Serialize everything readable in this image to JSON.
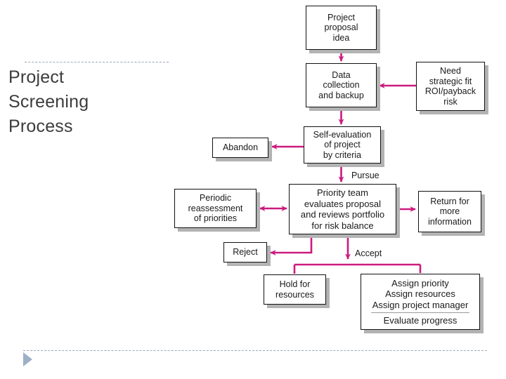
{
  "slide": {
    "title_lines": [
      "Project",
      "Screening",
      "Process"
    ],
    "accent_color": "#CC1A7F",
    "rule_color": "#9aa8b8",
    "box_border_color": "#111111",
    "box_shadow_color": "#b3b3b3",
    "marker_icon": "play-triangle-icon"
  },
  "flowchart": {
    "type": "flowchart",
    "nodes": [
      {
        "id": "proposal",
        "lines": [
          "Project",
          "proposal",
          "idea"
        ]
      },
      {
        "id": "data",
        "lines": [
          "Data",
          "collection",
          "and backup"
        ]
      },
      {
        "id": "need",
        "lines": [
          "Need",
          "strategic fit",
          "ROI/payback",
          "risk"
        ]
      },
      {
        "id": "abandon",
        "lines": [
          "Abandon"
        ]
      },
      {
        "id": "self",
        "lines": [
          "Self-evaluation",
          "of project",
          "by criteria"
        ]
      },
      {
        "id": "periodic",
        "lines": [
          "Periodic",
          "reassessment",
          "of priorities"
        ]
      },
      {
        "id": "priority",
        "lines": [
          "Priority team",
          "evaluates proposal",
          "and reviews portfolio",
          "for risk balance"
        ]
      },
      {
        "id": "return",
        "lines": [
          "Return for",
          "more",
          "information"
        ]
      },
      {
        "id": "reject",
        "lines": [
          "Reject"
        ]
      },
      {
        "id": "hold",
        "lines": [
          "Hold for",
          "resources"
        ]
      },
      {
        "id": "assign",
        "lines": [
          "Assign priority",
          "Assign resources",
          "Assign project manager"
        ],
        "lines_after_divider": [
          "Evaluate progress"
        ]
      }
    ],
    "edges": [
      {
        "from": "proposal",
        "to": "data",
        "label": "",
        "arrow": "single"
      },
      {
        "from": "need",
        "to": "data",
        "label": "",
        "arrow": "single"
      },
      {
        "from": "data",
        "to": "self",
        "label": "",
        "arrow": "single"
      },
      {
        "from": "self",
        "to": "abandon",
        "label": "",
        "arrow": "single"
      },
      {
        "from": "self",
        "to": "priority",
        "label": "Pursue",
        "arrow": "single"
      },
      {
        "from": "periodic",
        "to": "priority",
        "label": "",
        "arrow": "double"
      },
      {
        "from": "priority",
        "to": "return",
        "label": "",
        "arrow": "single"
      },
      {
        "from": "priority",
        "to": "reject",
        "label": "",
        "arrow": "single"
      },
      {
        "from": "priority",
        "to": "hold",
        "label": "Accept",
        "arrow": "single"
      },
      {
        "from": "priority",
        "to": "assign",
        "label": "Accept",
        "arrow": "single"
      }
    ],
    "labels": {
      "pursue": "Pursue",
      "accept": "Accept"
    }
  }
}
